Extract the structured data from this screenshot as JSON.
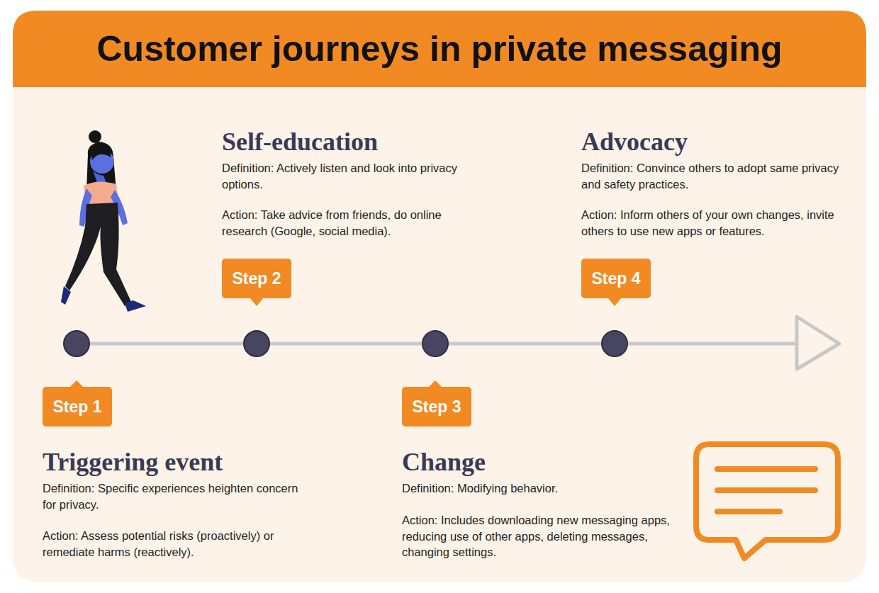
{
  "diagram": {
    "title": "Customer journeys in private messaging",
    "nodes": [
      {
        "text": [
          "Step 1"
        ]
      },
      {
        "text": [
          "Step 2"
        ]
      },
      {
        "text": [
          "Step 3"
        ]
      },
      {
        "text": [
          "Step 4"
        ]
      }
    ],
    "labels": [
      "Triggering event",
      "Definition: Specific experiences heighten concern for privacy.",
      "Action: Assess potential risks (proactively) or remediate harms (reactively).",
      "Self-education",
      "Definition: Actively listen and look into privacy options.",
      "Action: Take advice from friends, do online research (Google, social media).",
      "Change",
      "Definition: Modifying behavior.",
      "Action: Includes downloading new messaging apps, reducing use of other apps, deleting messages, changing settings.",
      "Advocacy",
      "Definition: Convince others to adopt same privacy and safety practices.",
      "Action: Inform others of your own changes, invite others to use new apps or features."
    ]
  }
}
